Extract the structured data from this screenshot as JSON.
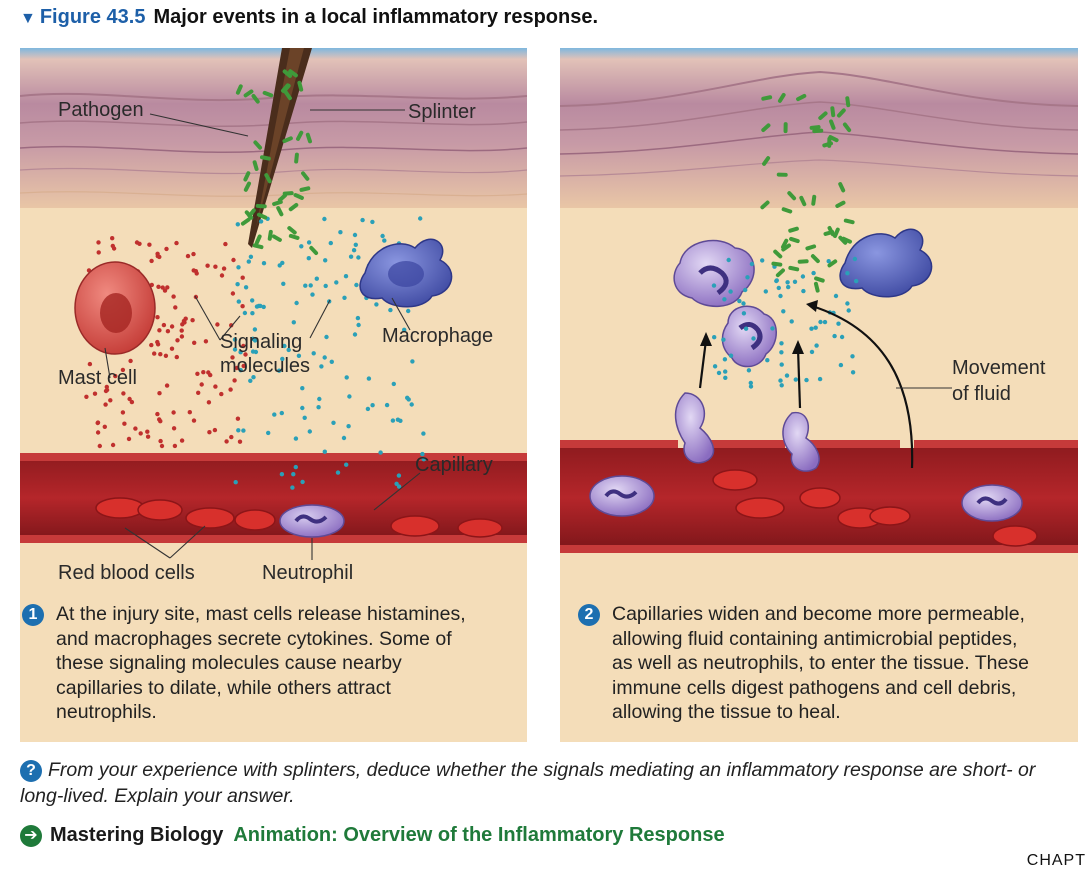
{
  "figure": {
    "marker": "▼",
    "number": "Figure 43.5",
    "caption": "Major events in a local inflammatory response."
  },
  "panel1": {
    "labels": {
      "pathogen": "Pathogen",
      "splinter": "Splinter",
      "signaling": "Signaling",
      "molecules": "molecules",
      "macrophage": "Macrophage",
      "mast_cell": "Mast cell",
      "capillary": "Capillary",
      "red_blood_cells": "Red blood cells",
      "neutrophil": "Neutrophil"
    },
    "step": {
      "number": "1",
      "lines": [
        "At the injury site, mast cells release histamines,",
        "and macrophages secrete cytokines. Some of",
        "these signaling molecules cause nearby",
        "capillaries to dilate, while others attract",
        "neutrophils."
      ]
    }
  },
  "panel2": {
    "labels": {
      "movement": "Movement",
      "of_fluid": "of fluid"
    },
    "step": {
      "number": "2",
      "lines": [
        "Capillaries widen and become more permeable,",
        "allowing fluid containing antimicrobial peptides,",
        "as well as neutrophils, to enter the tissue. These",
        "immune cells digest pathogens and cell debris,",
        "allowing the tissue to heal."
      ]
    }
  },
  "question": {
    "badge": "?",
    "text": "From your experience with splinters, deduce whether the signals mediating an inflammatory response are short- or long-lived. Explain your answer."
  },
  "mastering": {
    "icon": "arrow-right-circle-icon",
    "brand": "Mastering Biology",
    "animation": "Animation: Overview of the Inflammatory Response"
  },
  "footer": {
    "chapter": "CHAPT"
  },
  "colors": {
    "accent_blue": "#1d6fb0",
    "mastering_green": "#1f7a3a",
    "tissue": "#f4ddb9",
    "skin": "#c99aa8",
    "vessel": "#a11d22",
    "bacteria": "#3f9a3a",
    "red_dot": "#c0302e",
    "blue_dot": "#2aa0b8",
    "macrophage": "#5763b8",
    "neutrophil": "#8a6cc0"
  }
}
